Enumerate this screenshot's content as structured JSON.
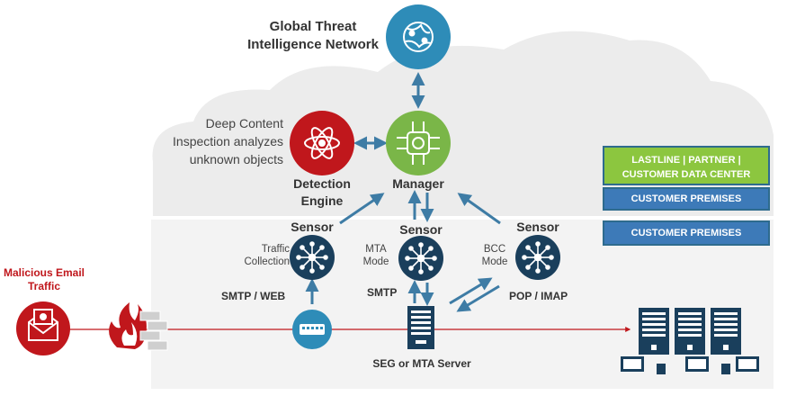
{
  "nodes": {
    "global_threat": {
      "title_line1": "Global Threat",
      "title_line2": "Intelligence Network",
      "icon": "globe-network-icon"
    },
    "manager": {
      "title": "Manager",
      "icon": "gear-circuit-icon"
    },
    "detection_engine": {
      "title_line1": "Detection",
      "title_line2": "Engine",
      "icon": "atom-icon",
      "description_line1": "Deep Content",
      "description_line2": "Inspection analyzes",
      "description_line3": "unknown objects"
    },
    "sensor_traffic": {
      "title": "Sensor",
      "mode_line1": "Traffic",
      "mode_line2": "Collection",
      "protocol": "SMTP / WEB",
      "icon": "sensor-hub-icon"
    },
    "sensor_mta": {
      "title": "Sensor",
      "mode_line1": "MTA",
      "mode_line2": "Mode",
      "protocol": "SMTP",
      "icon": "sensor-hub-icon"
    },
    "sensor_bcc": {
      "title": "Sensor",
      "mode_line1": "BCC",
      "mode_line2": "Mode",
      "protocol": "POP / IMAP",
      "icon": "sensor-hub-icon"
    },
    "malicious_email": {
      "title_line1": "Malicious Email",
      "title_line2": "Traffic",
      "icon": "email-bug-icon"
    },
    "firewall": {
      "icon": "firewall-icon"
    },
    "switch": {
      "icon": "network-switch-icon"
    },
    "seg_server": {
      "label": "SEG or MTA Server",
      "icon": "server-icon"
    },
    "mail_servers": {
      "icon": "server-rack-icon"
    }
  },
  "legend": {
    "green_box_line1": "LASTLINE | PARTNER |",
    "green_box_line2": "CUSTOMER DATA CENTER",
    "blue_box_upper": "CUSTOMER PREMISES",
    "blue_box_lower": "CUSTOMER PREMISES"
  },
  "colors": {
    "teal": "#2e8cb8",
    "navy": "#1a3f5c",
    "green": "#7ab648",
    "red": "#c0171c",
    "arrow": "#3e7ca5",
    "legend_green": "#8cc63f",
    "legend_blue": "#3d7ab8",
    "cloud": "#ececec",
    "premises": "#f2f2f2"
  }
}
